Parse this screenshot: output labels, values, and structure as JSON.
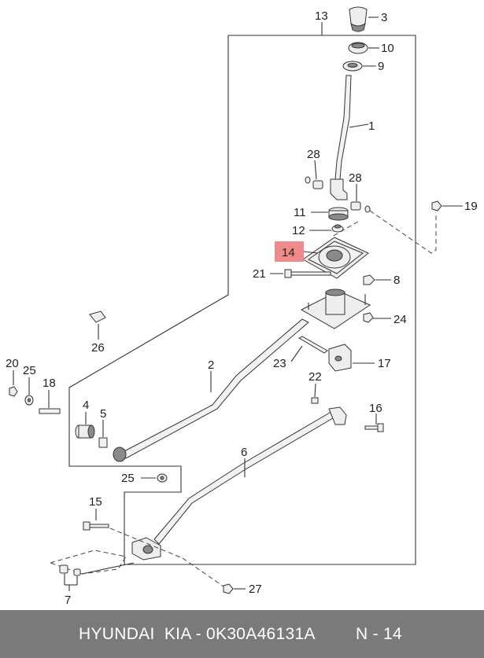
{
  "diagram": {
    "callouts": {
      "c1": "1",
      "c2": "2",
      "c3": "3",
      "c4": "4",
      "c5": "5",
      "c6": "6",
      "c7": "7",
      "c8": "8",
      "c9": "9",
      "c10": "10",
      "c11": "11",
      "c12": "12",
      "c13": "13",
      "c14": "14",
      "c15": "15",
      "c16": "16",
      "c17": "17",
      "c18": "18",
      "c19": "19",
      "c20": "20",
      "c21": "21",
      "c22": "22",
      "c23": "23",
      "c24": "24",
      "c25a": "25",
      "c25b": "25",
      "c26": "26",
      "c27": "27",
      "c28a": "28",
      "c28b": "28"
    },
    "highlight_color": "#f08a8a"
  },
  "footer": {
    "part_number": "HYUNDAI  KIA - 0K30A46131A",
    "page_ref": "N - 14",
    "background": "#7a7a7a"
  }
}
